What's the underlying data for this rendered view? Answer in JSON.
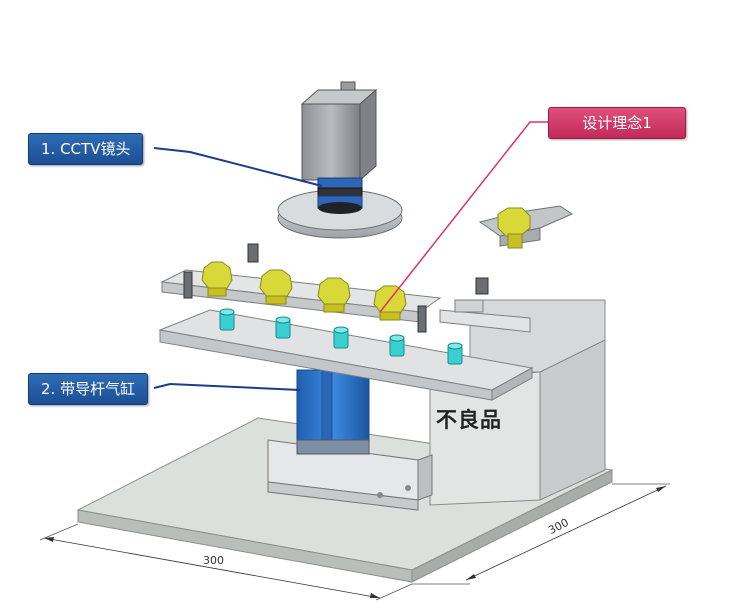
{
  "callouts": {
    "cctv": "1. CCTV镜头",
    "concept": "设计理念1",
    "cylinder": "2. 带导杆气缸"
  },
  "machine": {
    "reject_label": "不良品"
  },
  "dimensions": {
    "front": "300",
    "side": "300"
  },
  "colors": {
    "callout_blue": "#1f5aa3",
    "callout_pink": "#d43d6c",
    "leader_blue": "#1e3a8a",
    "leader_pink": "#e0306a",
    "gear_yellow": "#d8d838",
    "cylinder_blue": "#2c74c9",
    "cup_cyan": "#38d0d0"
  }
}
